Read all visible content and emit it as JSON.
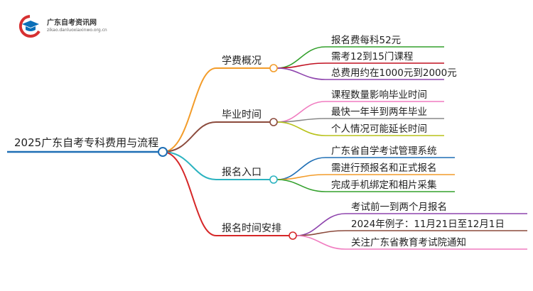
{
  "logo": {
    "title": "广东自考资讯网",
    "url": "zikao.danluoxiaxinwo.org.cn"
  },
  "root": {
    "label": "2025广东自考专科费用与流程",
    "color": "#1f6fb5"
  },
  "branches": [
    {
      "label": "学费概况",
      "color": "#f39c2a",
      "children": [
        {
          "label": "报名费每科52元",
          "color": "#33a02c"
        },
        {
          "label": "需考12到15门课程",
          "color": "#c01020"
        },
        {
          "label": "总费用约在1000元到2000元",
          "color": "#8e44ad"
        }
      ]
    },
    {
      "label": "毕业时间",
      "color": "#8b4a3c",
      "children": [
        {
          "label": "课程数量影响毕业时间",
          "color": "#f07cc0"
        },
        {
          "label": "最快一年半到两年毕业",
          "color": "#888888"
        },
        {
          "label": "个人情况可能延长时间",
          "color": "#b8c21a"
        }
      ]
    },
    {
      "label": "报名入口",
      "color": "#2bb3c0",
      "children": [
        {
          "label": "广东省自学考试管理系统",
          "color": "#1f6fb5"
        },
        {
          "label": "需进行预报名和正式报名",
          "color": "#f39c2a"
        },
        {
          "label": "完成手机绑定和相片采集",
          "color": "#33a02c"
        }
      ]
    },
    {
      "label": "报名时间安排",
      "color": "#d62728",
      "children": [
        {
          "label": "考试前一到两个月报名",
          "color": "#8e44ad"
        },
        {
          "label": "2024年例子：11月21日至12月1日",
          "color": "#8b4a3c"
        },
        {
          "label": "关注广东省教育考试院通知",
          "color": "#f07cc0"
        }
      ]
    }
  ]
}
